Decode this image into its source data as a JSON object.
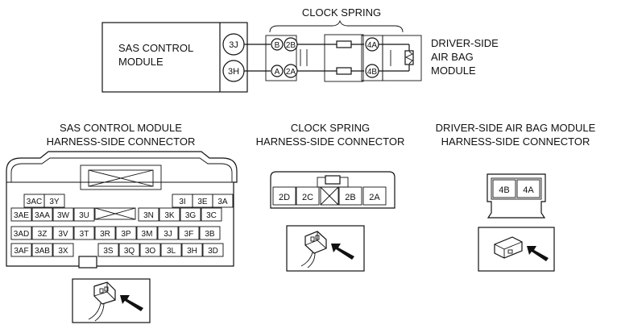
{
  "wiring": {
    "clock_spring_title": "CLOCK SPRING",
    "sas_module_line1": "SAS CONTROL",
    "sas_module_line2": "MODULE",
    "pin_3j": "3J",
    "pin_3h": "3H",
    "term_b": "B",
    "term_a": "A",
    "term_2b": "2B",
    "term_2a": "2A",
    "term_4a": "4A",
    "term_4b": "4B",
    "airbag_line1": "DRIVER-SIDE",
    "airbag_line2": "AIR BAG",
    "airbag_line3": "MODULE"
  },
  "sas_connector": {
    "title_line1": "SAS CONTROL MODULE",
    "title_line2": "HARNESS-SIDE CONNECTOR",
    "row1_left": [
      "3AC",
      "3Y"
    ],
    "row1_right": [
      "3I",
      "3E",
      "3A"
    ],
    "row2_left": [
      "3AE",
      "3AA",
      "3W",
      "3U"
    ],
    "row2_right": [
      "3N",
      "3K",
      "3G",
      "3C"
    ],
    "row3": [
      "3AD",
      "3Z",
      "3V",
      "3T",
      "3R",
      "3P",
      "3M",
      "3J",
      "3F",
      "3B"
    ],
    "row4_left": [
      "3AF",
      "3AB",
      "3X"
    ],
    "row4_right": [
      "3S",
      "3Q",
      "3O",
      "3L",
      "3H",
      "3D"
    ]
  },
  "clock_connector": {
    "title_line1": "CLOCK SPRING",
    "title_line2": "HARNESS-SIDE CONNECTOR",
    "pins": [
      "2D",
      "2C",
      "2B",
      "2A"
    ]
  },
  "airbag_connector": {
    "title_line1": "DRIVER-SIDE AIR BAG MODULE",
    "title_line2": "HARNESS-SIDE CONNECTOR",
    "pins": [
      "4B",
      "4A"
    ]
  }
}
